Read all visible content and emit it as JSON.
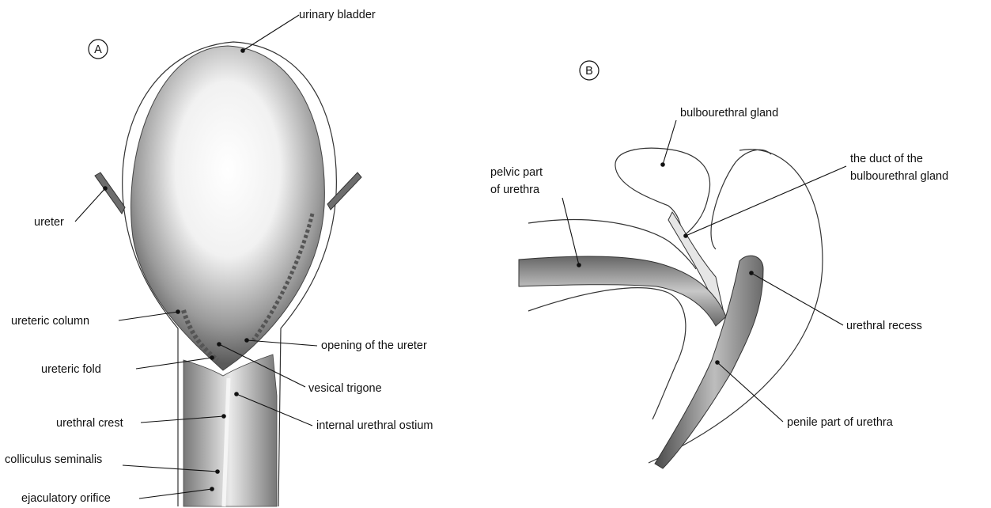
{
  "figure": {
    "panel_a": {
      "marker": "A",
      "labels": {
        "urinary_bladder": "urinary bladder",
        "ureter": "ureter",
        "ureteric_column": "ureteric column",
        "opening_of_ureter": "opening of the ureter",
        "ureteric_fold": "ureteric fold",
        "vesical_trigone": "vesical trigone",
        "urethral_crest": "urethral crest",
        "internal_urethral_ostium": "internal urethral ostium",
        "colliculus_seminalis": "colliculus seminalis",
        "ejaculatory_orifice": "ejaculatory orifice"
      }
    },
    "panel_b": {
      "marker": "B",
      "labels": {
        "bulbourethral_gland": "bulbourethral gland",
        "duct_line1": "the duct of the",
        "duct_line2": "bulbourethral gland",
        "pelvic_line1": "pelvic part",
        "pelvic_line2": "of urethra",
        "urethral_recess": "urethral recess",
        "penile_part": "penile part of urethra"
      }
    }
  }
}
